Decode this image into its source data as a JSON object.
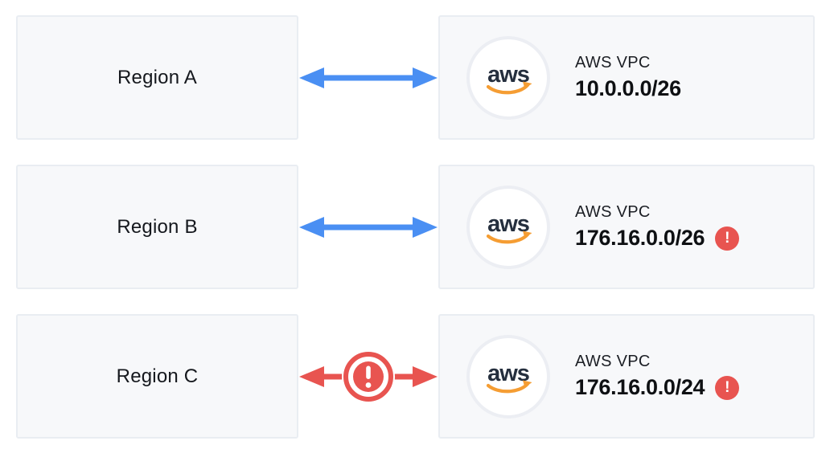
{
  "diagram_title": "AWS VPC peering CIDR overlap diagram",
  "colors": {
    "link_ok": "#4A8FF3",
    "link_error": "#E85450",
    "aws_navy": "#252F3E",
    "aws_orange": "#F59D33",
    "warning": "#E85450",
    "box_bg": "#F7F8FA",
    "box_border": "#E9EDF2"
  },
  "icons": {
    "aws_logo_text": "aws",
    "warning_glyph": "!"
  },
  "rows": [
    {
      "region": "Region A",
      "vpc_label": "AWS VPC",
      "cidr": "10.0.0.0/26",
      "cidr_warning": false,
      "link_status": "ok"
    },
    {
      "region": "Region B",
      "vpc_label": "AWS VPC",
      "cidr": "176.16.0.0/26",
      "cidr_warning": true,
      "link_status": "ok"
    },
    {
      "region": "Region C",
      "vpc_label": "AWS VPC",
      "cidr": "176.16.0.0/24",
      "cidr_warning": true,
      "link_status": "error"
    }
  ]
}
